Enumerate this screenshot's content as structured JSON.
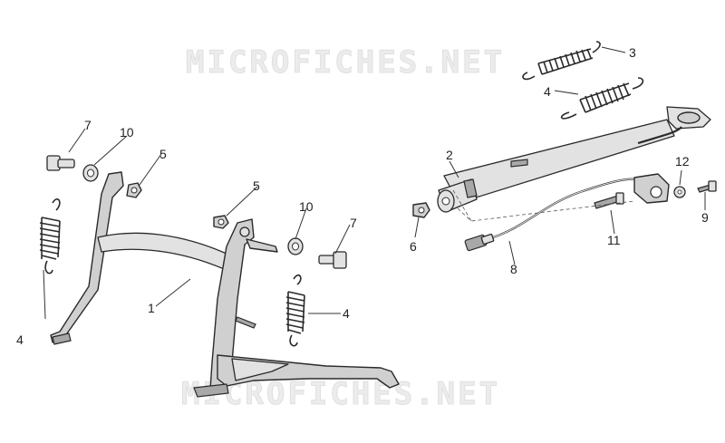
{
  "watermark": {
    "text_top": "MICROFICHES.NET",
    "text_bottom": "MICROFICHES.NET"
  },
  "callouts": {
    "c1": "1",
    "c2": "2",
    "c3": "3",
    "c4_top": "4",
    "c4_left": "4",
    "c4_mid": "4",
    "c5_left": "5",
    "c5_mid": "5",
    "c6": "6",
    "c7_left": "7",
    "c7_mid": "7",
    "c8": "8",
    "c9": "9",
    "c10_left": "10",
    "c10_mid": "10",
    "c11": "11",
    "c12": "12"
  },
  "colors": {
    "part_fill": "#d0d0d0",
    "outline": "#2a2a2a",
    "watermark": "#ececec"
  }
}
